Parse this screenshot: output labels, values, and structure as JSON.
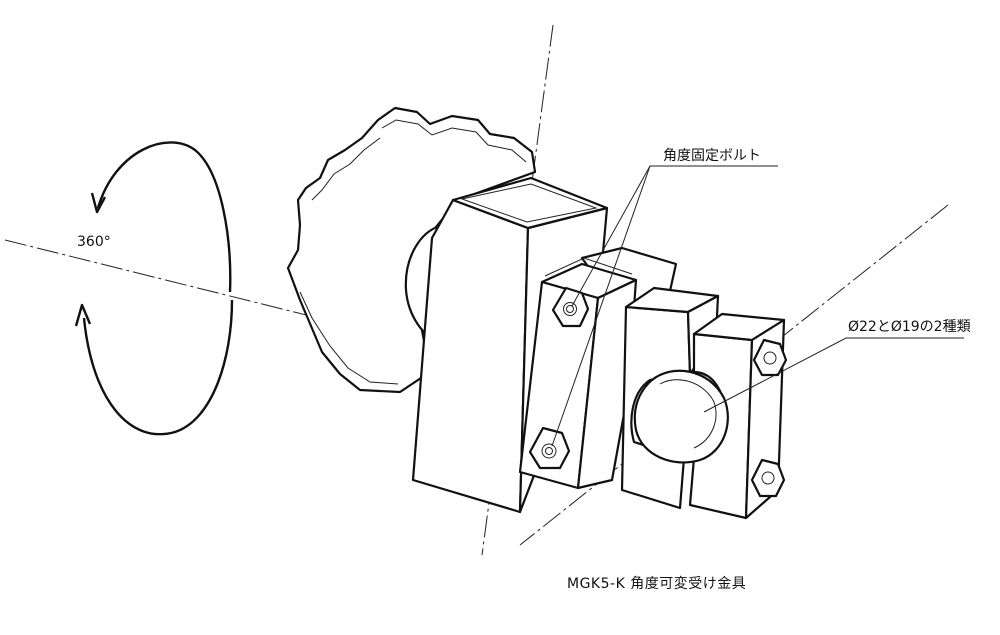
{
  "labels": {
    "rotation": "360°",
    "bolt": "角度固定ボルト",
    "pipe_sizes": "Ø22とØ19の2種類",
    "caption": "MGK5-K 角度可変受け金具"
  }
}
